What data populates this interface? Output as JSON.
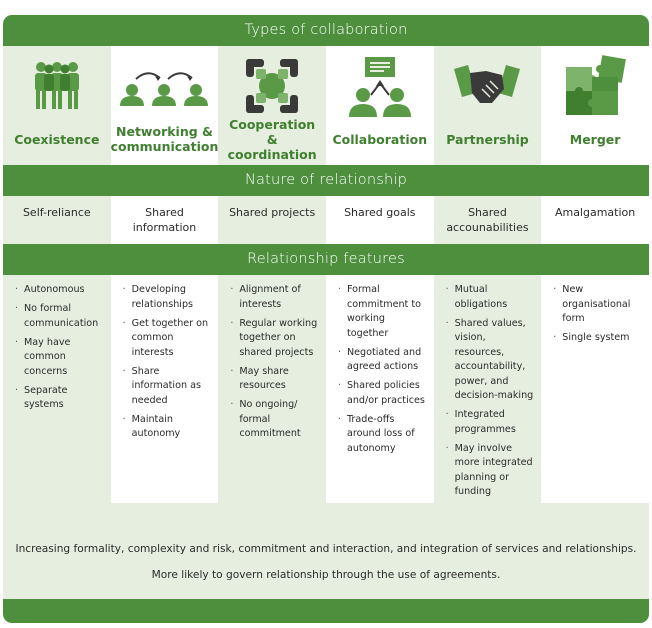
{
  "header": {
    "title": "Types of collaboration"
  },
  "types": [
    {
      "label": "Coexistence",
      "icon": "people-group-icon"
    },
    {
      "label": "Networking & communication",
      "icon": "network-people-icon"
    },
    {
      "label": "Cooperation & coordination",
      "icon": "hands-circle-icon"
    },
    {
      "label": "Collaboration",
      "icon": "shared-goal-icon"
    },
    {
      "label": "Partnership",
      "icon": "handshake-icon"
    },
    {
      "label": "Merger",
      "icon": "puzzle-icon"
    }
  ],
  "nature": {
    "title": "Nature of relationship",
    "values": [
      "Self-reliance",
      "Shared information",
      "Shared projects",
      "Shared goals",
      "Shared accounabilities",
      "Amalgamation"
    ]
  },
  "features": {
    "title": "Relationship features",
    "columns": [
      [
        "Autonomous",
        "No formal communication",
        "May have common concerns",
        "Separate systems"
      ],
      [
        "Developing relationships",
        "Get together on common interests",
        "Share information as needed",
        "Maintain autonomy"
      ],
      [
        "Alignment of interests",
        "Regular working together on shared projects",
        "May share resources",
        "No ongoing/ formal commitment"
      ],
      [
        "Formal commitment to working together",
        "Negotiated and agreed actions",
        "Shared policies and/or practices",
        "Trade-offs around loss of autonomy"
      ],
      [
        "Mutual obligations",
        "Shared values, vision, resources, accountability, power, and decision-making",
        "Integrated programmes",
        "May involve more integrated planning or funding"
      ],
      [
        "New organisational form",
        "Single system"
      ]
    ]
  },
  "summary": {
    "line1": "Increasing formality, complexity and risk, commitment and interaction, and integration of services and relationships.",
    "line2": "More likely to govern relationship through the use of agreements."
  },
  "colors": {
    "green": "#4d8f3c",
    "light_green": "#e6eee0",
    "label_green": "#3f7f2f",
    "icon_green": "#5a9a47"
  }
}
